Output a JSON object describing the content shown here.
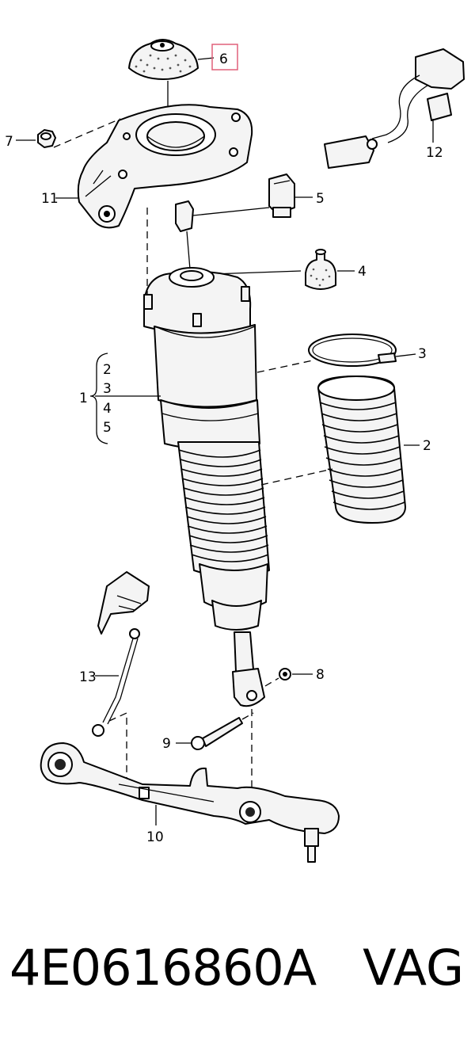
{
  "callouts": {
    "c1": "1",
    "c2": "2",
    "c3": "3",
    "c4": "4",
    "c5": "5",
    "c6": "6",
    "c7": "7",
    "c8": "8",
    "c9": "9",
    "c10": "10",
    "c11": "11",
    "c12": "12",
    "c13": "13",
    "sub": [
      "2",
      "3",
      "4",
      "5"
    ]
  },
  "highlight_color": "#e0607a",
  "footer": {
    "part_number": "4E0616860A",
    "brand": "VAG"
  }
}
